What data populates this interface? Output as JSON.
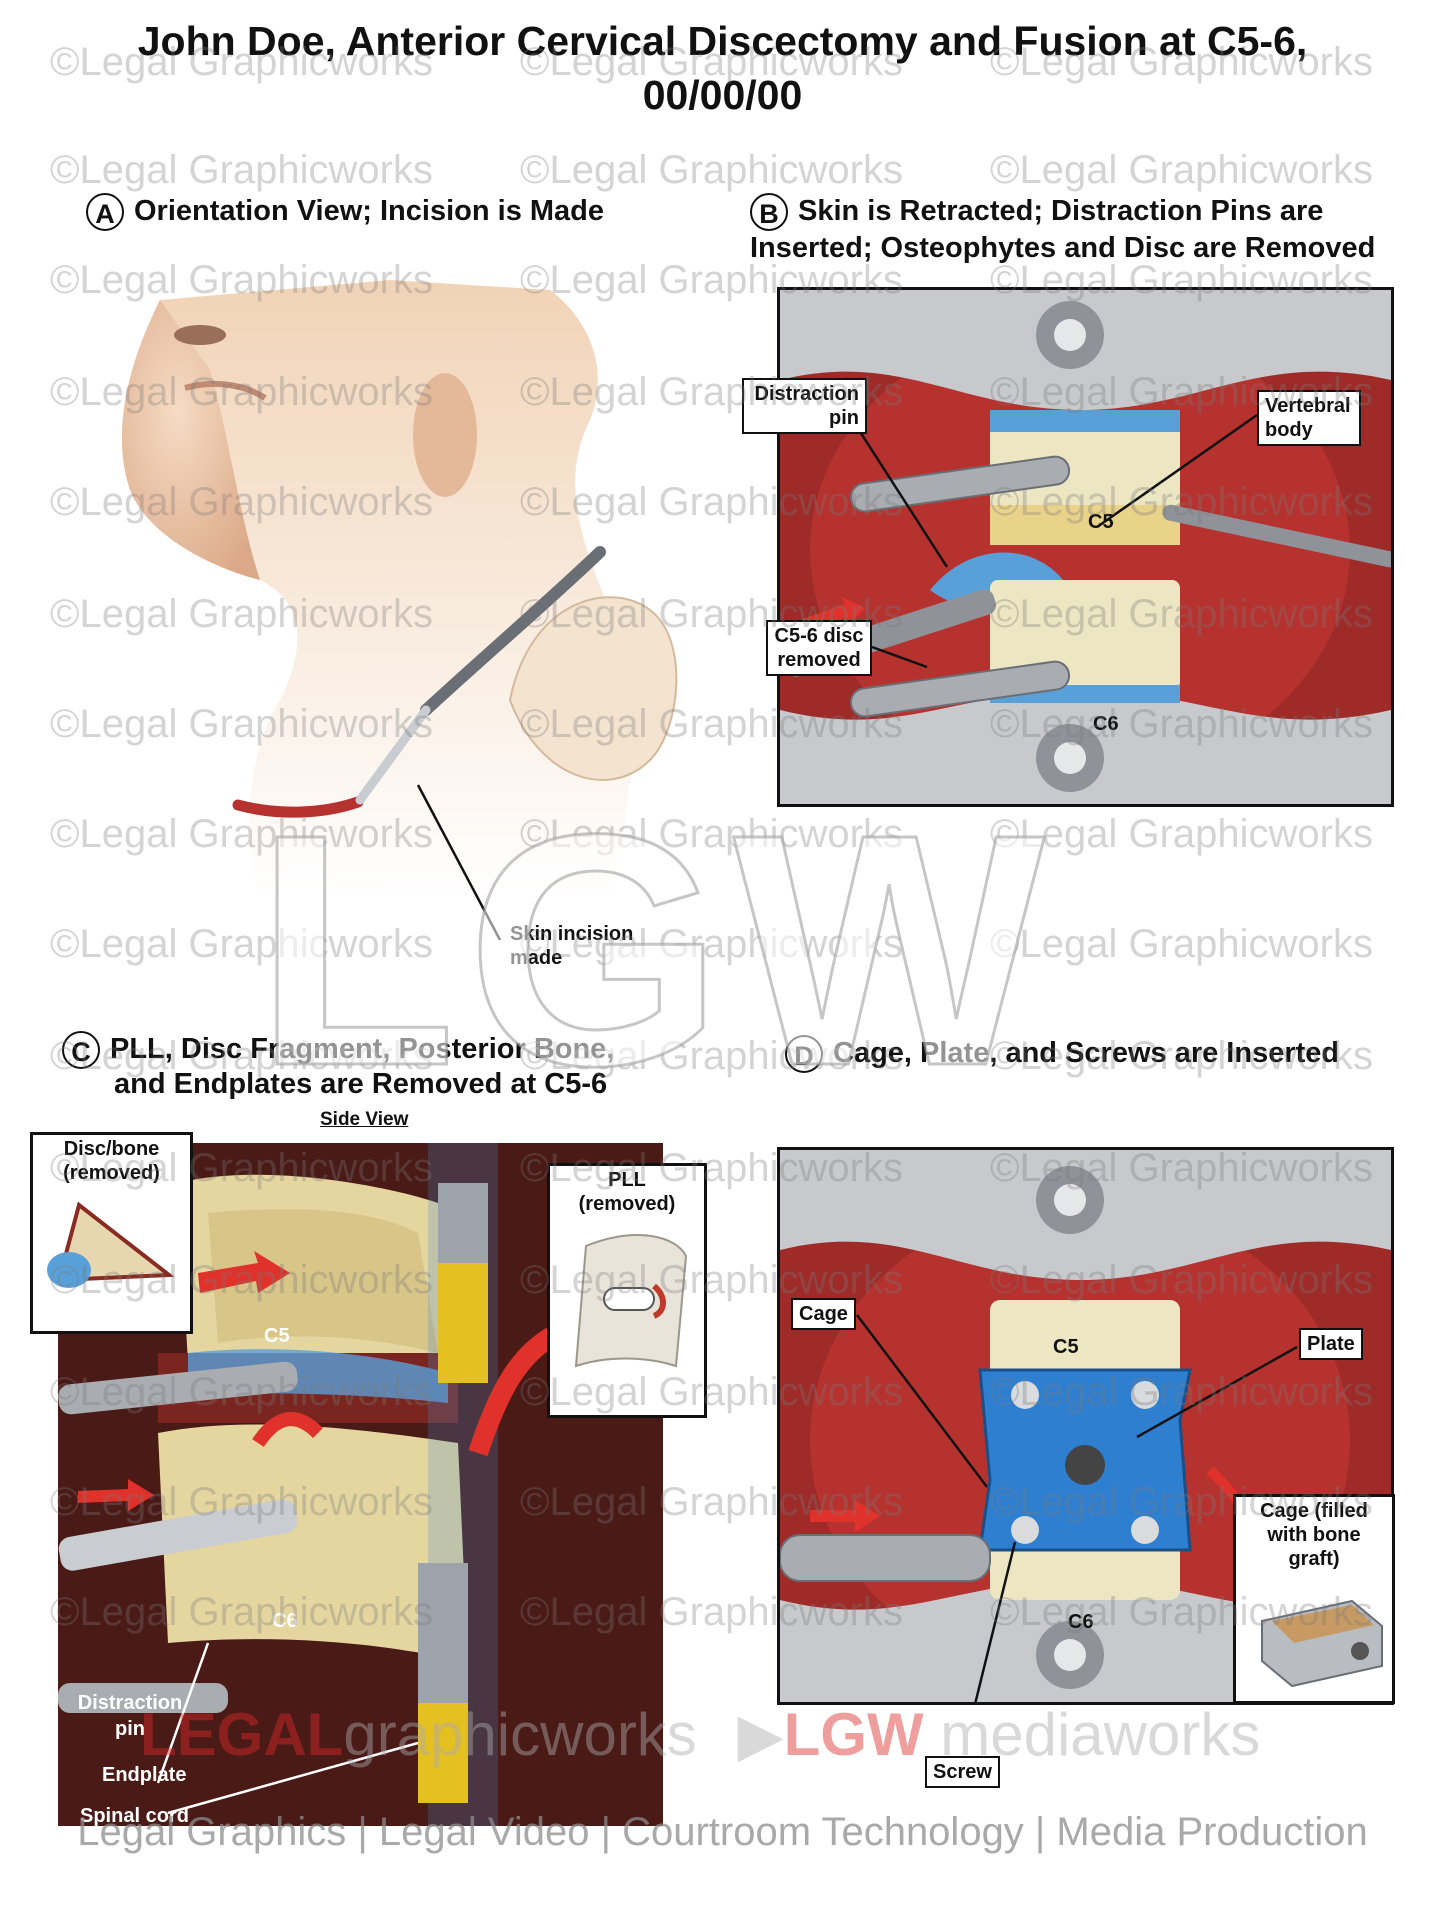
{
  "title": {
    "line1": "John Doe, Anterior Cervical Discectomy and Fusion at C5-6,",
    "line2": "00/00/00"
  },
  "panels": {
    "a": {
      "letter": "A",
      "title": "Orientation View; Incision is Made",
      "labels": {
        "incision": "Skin incision made"
      }
    },
    "b": {
      "letter": "B",
      "title_line1": "Skin is Retracted; Distraction Pins are",
      "title_line2": "Inserted; Osteophytes and Disc are Removed",
      "labels": {
        "distraction_pin": "Distraction pin",
        "vertebral_body": "Vertebral body",
        "disc_removed": "C5-6 disc removed",
        "c5": "C5",
        "c6": "C6"
      }
    },
    "c": {
      "letter": "C",
      "title_line1": "PLL, Disc Fragment, Posterior Bone,",
      "title_line2": "and Endplates are Removed at C5-6",
      "subtitle": "Side View",
      "labels": {
        "disc_bone": "Disc/bone (removed)",
        "pll": "PLL (removed)",
        "c5": "C5",
        "c6": "C6",
        "distraction_pin": "Distraction pin",
        "endplate": "Endplate",
        "spinal_cord": "Spinal cord"
      }
    },
    "d": {
      "letter": "D",
      "title": "Cage, Plate, and Screws are Inserted",
      "labels": {
        "cage": "Cage",
        "plate": "Plate",
        "c5": "C5",
        "c6": "C6",
        "cage_filled": "Cage (filled with bone graft)",
        "screw": "Screw"
      }
    }
  },
  "watermark": {
    "text": "©Legal Graphicworks",
    "overlay": "LGW"
  },
  "logos": {
    "legal": "LEGAL",
    "graphicworks": "graphicworks",
    "lgw": "LGW",
    "mediaworks": "mediaworks"
  },
  "footer": "Legal Graphics | Legal Video | Courtroom Technology | Media Production",
  "colors": {
    "tissue": "#b5322e",
    "bone": "#ece6c2",
    "disc": "#5aa0d8",
    "plate": "#2f7fd1",
    "metal": "#a9acb0",
    "skin": "#efcfb2",
    "arrow": "#e0322b"
  }
}
